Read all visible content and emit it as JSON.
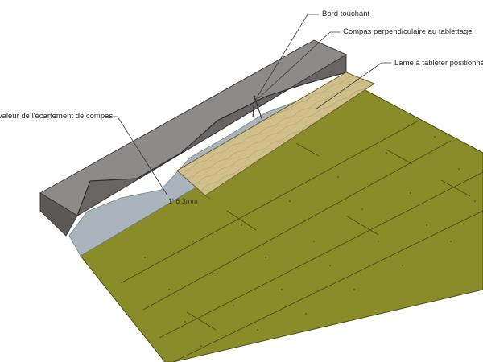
{
  "annotations": {
    "bord_touchant": "Bord touchant",
    "compas_perpendiculaire": "Compas perpendiculaire au tablettage",
    "lame_positionnee": "Lame à tableter positionnée p",
    "valeur_ecartement": "Valeur de l'écartement de compas",
    "dimension": "1' 6 3mm"
  },
  "colors": {
    "floor": "#8a8c2a",
    "floor_shadow": "#6b6d1c",
    "board": "#d2c08c",
    "wall_top": "#8d8a8a",
    "wall_front": "#686565",
    "gap": "#a9b4bc",
    "leader": "#3a3a3a"
  }
}
